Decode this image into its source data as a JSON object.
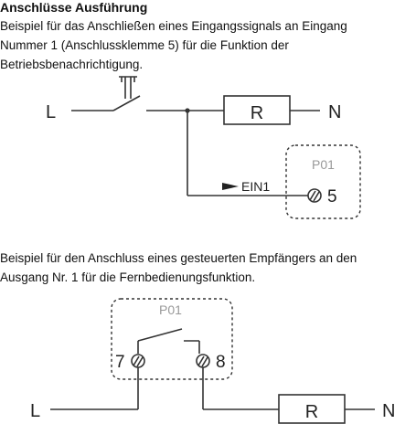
{
  "heading": "Anschlüsse Ausführung",
  "example1": {
    "text_lines": [
      "Beispiel für das Anschließen eines Eingangssignals an Eingang",
      "Nummer 1 (Anschlussklemme 5) für die Funktion der",
      "Betriebsbenachrichtigung."
    ],
    "line_label": "L",
    "neutral_label": "N",
    "resistor_label": "R",
    "module_label": "P01",
    "input_label": "EIN1",
    "terminal_label": "5"
  },
  "example2": {
    "text_lines": [
      "Beispiel für den Anschluss eines gesteuerten Empfängers an den",
      "Ausgang Nr. 1 für die Fernbedienungsfunktion."
    ],
    "module_label": "P01",
    "terminal_left_label": "7",
    "terminal_right_label": "8",
    "line_label": "L",
    "neutral_label": "N",
    "resistor_label": "R"
  }
}
